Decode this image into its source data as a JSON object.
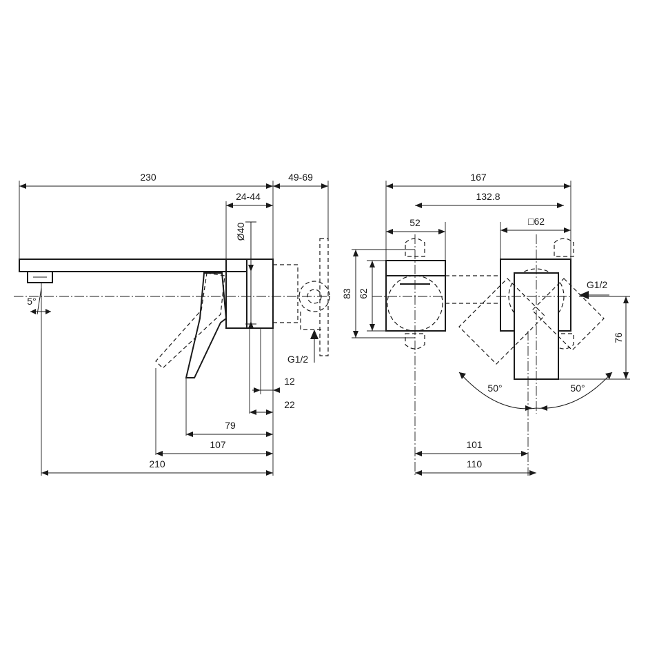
{
  "side_view": {
    "dims": {
      "overall_length": "230",
      "wall_depth": "49-69",
      "body_offset": "24-44",
      "diameter": "Ø40",
      "spout_angle": "5°",
      "inlet_thread": "G1/2",
      "d12": "12",
      "d22": "22",
      "d79": "79",
      "d107": "107",
      "d210": "210"
    }
  },
  "front_view": {
    "dims": {
      "overall_width": "167",
      "center_width": "132.8",
      "plate_width": "52",
      "square_size": "□62",
      "plate_height": "83",
      "plate_inner_height": "62",
      "inlet_thread": "G1/2",
      "handle_height": "76",
      "angle_left": "50°",
      "angle_right": "50°",
      "d101": "101",
      "d110": "110"
    }
  }
}
